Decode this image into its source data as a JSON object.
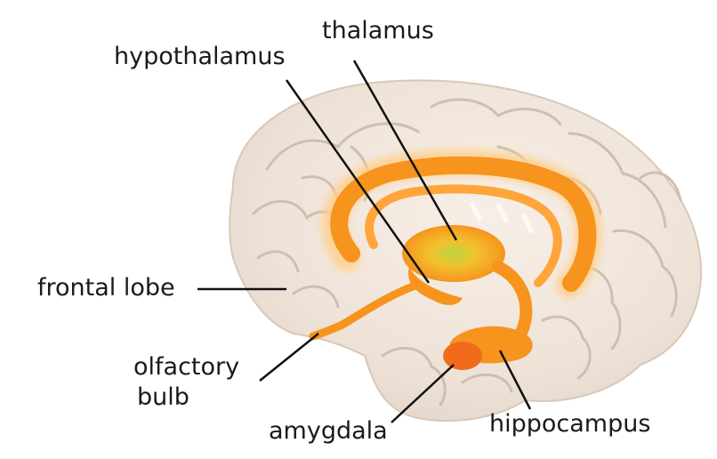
{
  "labels": {
    "thalamus": "thalamus",
    "hypothalamus": "hypothalamus",
    "frontal_lobe": "frontal lobe",
    "olfactory_bulb_line1": "olfactory",
    "olfactory_bulb_line2": "bulb",
    "amygdala": "amygdala",
    "hippocampus": "hippocampus"
  },
  "colors": {
    "background": "#ffffff",
    "brain_fill": "#f1e7dd",
    "brain_gyri": "#cdbfb2",
    "limbic_orange": "#f7941d",
    "limbic_light": "#ffb347",
    "thalamus_core": "#c8d23a",
    "leader_line": "#111111",
    "text": "#1a1a1a"
  }
}
